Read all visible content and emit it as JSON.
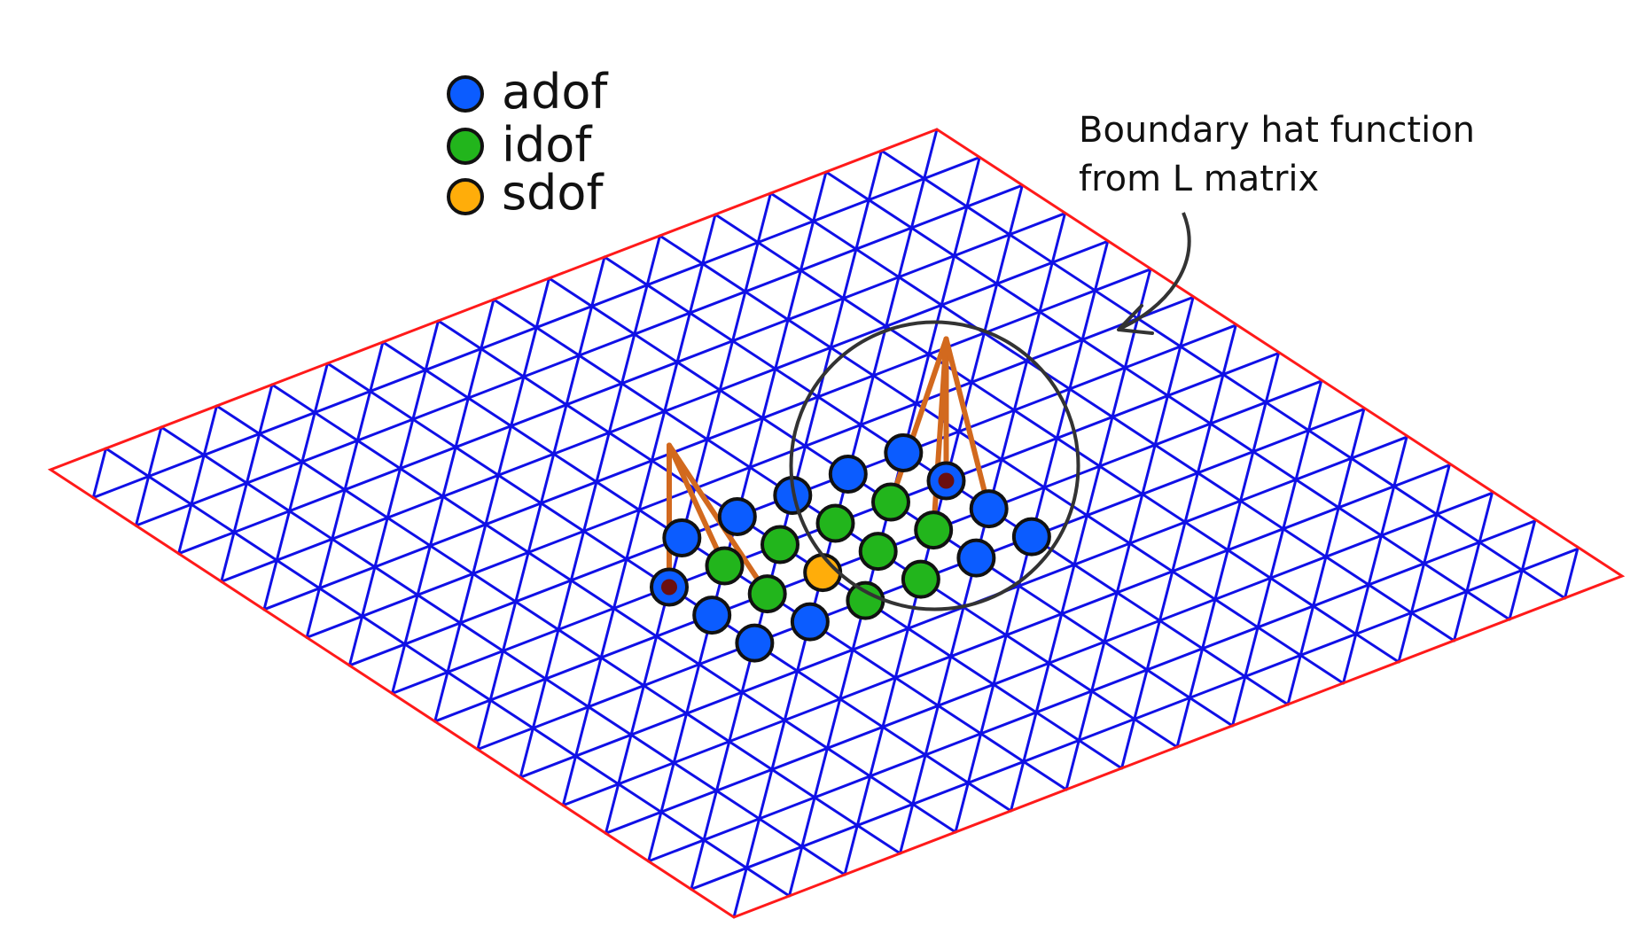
{
  "legend": [
    {
      "key": "adof",
      "label": "adof",
      "color": "#0b5cff"
    },
    {
      "key": "idof",
      "label": "idof",
      "color": "#22b51c"
    },
    {
      "key": "sdof",
      "label": "sdof",
      "color": "#ffad0a"
    }
  ],
  "annotation": {
    "line1": "Boundary hat function",
    "line2": "from L matrix"
  },
  "colors": {
    "boundary": "#ff1a1a",
    "mesh": "#1010e6",
    "hat": "#d2691e",
    "highlight_circle": "#333333",
    "node_outline": "#111111",
    "hat_base": "#6b0f0f"
  },
  "mesh": {
    "divisions": 16
  },
  "nodes": [
    {
      "i": 6,
      "j": 7,
      "type": "adof"
    },
    {
      "i": 7,
      "j": 7,
      "type": "adof"
    },
    {
      "i": 8,
      "j": 7,
      "type": "adof"
    },
    {
      "i": 9,
      "j": 7,
      "type": "adof"
    },
    {
      "i": 10,
      "j": 7,
      "type": "adof"
    },
    {
      "i": 5,
      "j": 8,
      "type": "adof"
    },
    {
      "i": 6,
      "j": 8,
      "type": "idof"
    },
    {
      "i": 7,
      "j": 8,
      "type": "idof"
    },
    {
      "i": 8,
      "j": 8,
      "type": "idof"
    },
    {
      "i": 9,
      "j": 8,
      "type": "idof"
    },
    {
      "i": 10,
      "j": 8,
      "type": "adof"
    },
    {
      "i": 5,
      "j": 9,
      "type": "adof"
    },
    {
      "i": 6,
      "j": 9,
      "type": "idof"
    },
    {
      "i": 7,
      "j": 9,
      "type": "sdof"
    },
    {
      "i": 8,
      "j": 9,
      "type": "idof"
    },
    {
      "i": 9,
      "j": 9,
      "type": "idof"
    },
    {
      "i": 10,
      "j": 9,
      "type": "adof"
    },
    {
      "i": 5,
      "j": 10,
      "type": "adof"
    },
    {
      "i": 6,
      "j": 10,
      "type": "adof"
    },
    {
      "i": 7,
      "j": 10,
      "type": "idof"
    },
    {
      "i": 8,
      "j": 10,
      "type": "idof"
    },
    {
      "i": 9,
      "j": 10,
      "type": "adof"
    },
    {
      "i": 10,
      "j": 10,
      "type": "adof"
    }
  ],
  "hat_functions": [
    {
      "center": [
        5,
        8
      ],
      "neighbors": [
        [
          6,
          9
        ],
        [
          6,
          8
        ]
      ]
    },
    {
      "center": [
        10,
        8
      ],
      "neighbors": [
        [
          9,
          8
        ],
        [
          10,
          9
        ],
        [
          9,
          9
        ]
      ]
    }
  ],
  "highlight": {
    "center_node": [
      10,
      8
    ]
  }
}
